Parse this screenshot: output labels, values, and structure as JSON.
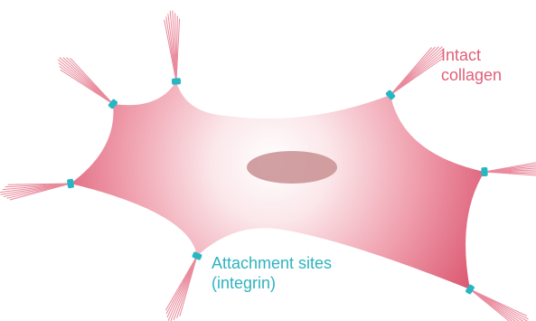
{
  "labels": {
    "collagen": [
      "Intact",
      "collagen"
    ],
    "integrin": [
      "Attachment sites",
      "(integrin)"
    ]
  },
  "colors": {
    "collagen_text": "#e0607a",
    "integrin_text": "#2fb3bf",
    "fiber": "#e98a9c",
    "attachment": "#27b7c2",
    "cell_edge": "#d63e5b",
    "cell_center": "#ffffff",
    "nucleus": "#c98f92"
  },
  "diagram": {
    "cell": "fibroblast",
    "nucleus": "nucleus",
    "attachment_count": 7,
    "fibers_per_attachment": 8
  }
}
